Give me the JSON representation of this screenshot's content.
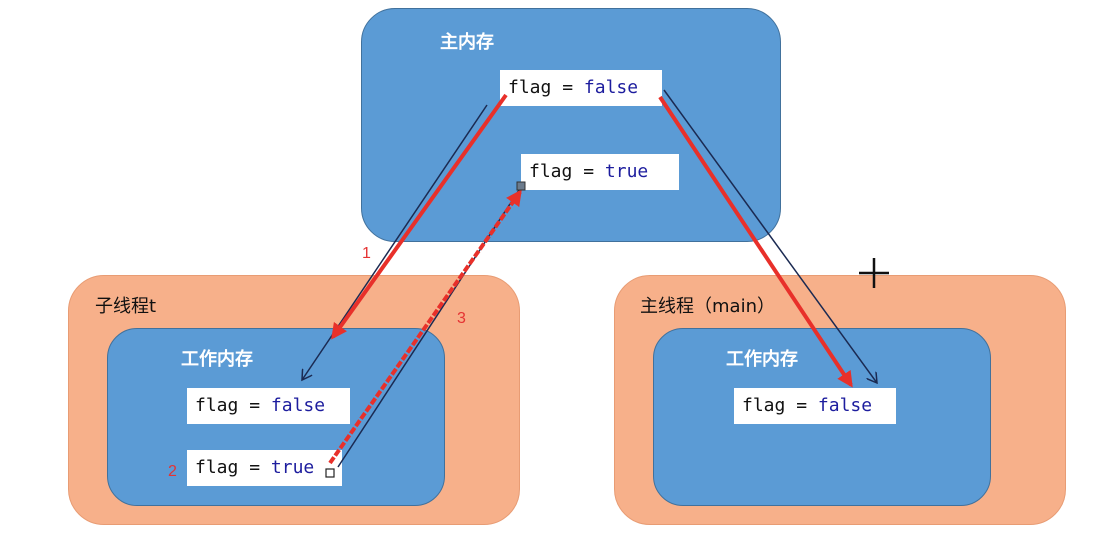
{
  "main_memory": {
    "title": "主内存",
    "cells": [
      {
        "var": "flag",
        "op": "=",
        "value": "false"
      },
      {
        "var": "flag",
        "op": "=",
        "value": "true"
      }
    ]
  },
  "threads": [
    {
      "title": "子线程t",
      "work_memory": {
        "title": "工作内存",
        "cells": [
          {
            "var": "flag",
            "op": "=",
            "value": "false"
          },
          {
            "var": "flag",
            "op": "=",
            "value": "true"
          }
        ]
      }
    },
    {
      "title": "主线程（main）",
      "work_memory": {
        "title": "工作内存",
        "cells": [
          {
            "var": "flag",
            "op": "=",
            "value": "false"
          }
        ]
      }
    }
  ],
  "steps": [
    "1",
    "2",
    "3"
  ],
  "colors": {
    "memory_fill": "#5b9bd5",
    "thread_fill": "#f7b08a",
    "arrow_red": "#e8302a",
    "arrow_dark": "#1b2a52"
  }
}
